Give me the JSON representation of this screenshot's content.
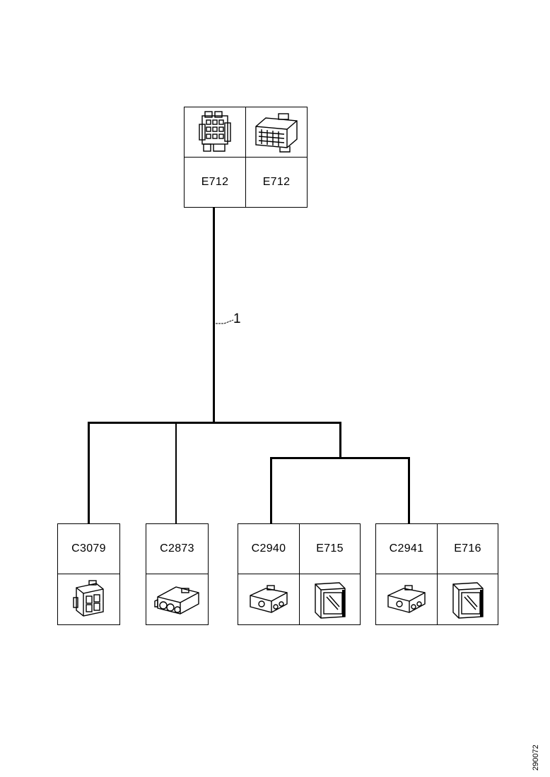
{
  "top_connector": {
    "left_label": "E712",
    "right_label": "E712",
    "left_icon": "connector-housing-icon",
    "right_icon": "connector-plug-icon"
  },
  "harness": {
    "callout": "1"
  },
  "bottom_connectors": [
    {
      "label": "C3079",
      "icon": "connector-plug-icon"
    },
    {
      "label": "C2873",
      "icon": "connector-plug-icon"
    },
    {
      "label": "C2940",
      "icon": "connector-plug-icon"
    },
    {
      "label": "E715",
      "icon": "sensor-module-icon"
    },
    {
      "label": "C2941",
      "icon": "connector-plug-icon"
    },
    {
      "label": "E716",
      "icon": "sensor-module-icon"
    }
  ],
  "drawing_id": "290072"
}
